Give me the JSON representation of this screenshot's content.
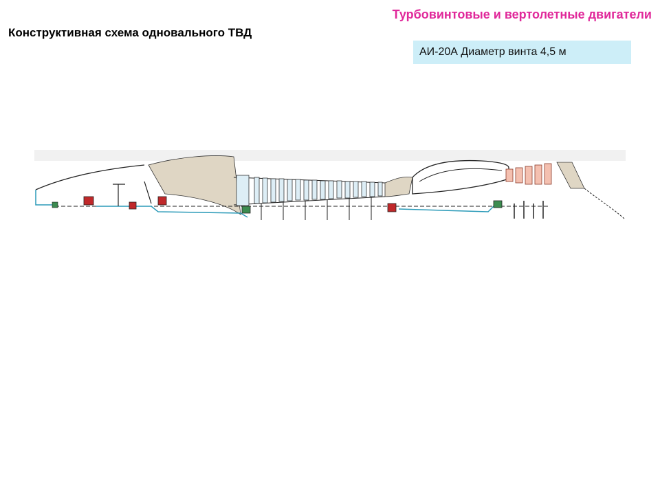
{
  "header": {
    "section_title": "Турбовинтовые и вертолетные двигатели",
    "slide_title": "Конструктивная схема одновального ТВД"
  },
  "caption": {
    "text": "АИ-20А Диаметр винта 4,5 м",
    "background": "#cdeef8"
  },
  "colors": {
    "section_title": "#e0289a",
    "compressor_fill": "#ddeef6",
    "turbine_fill": "#f4c0b0",
    "duct_fill": "#dfd6c4",
    "oil_line": "#2a9ab8",
    "bearing_red": "#c0282a",
    "bearing_green": "#3c8c50"
  }
}
